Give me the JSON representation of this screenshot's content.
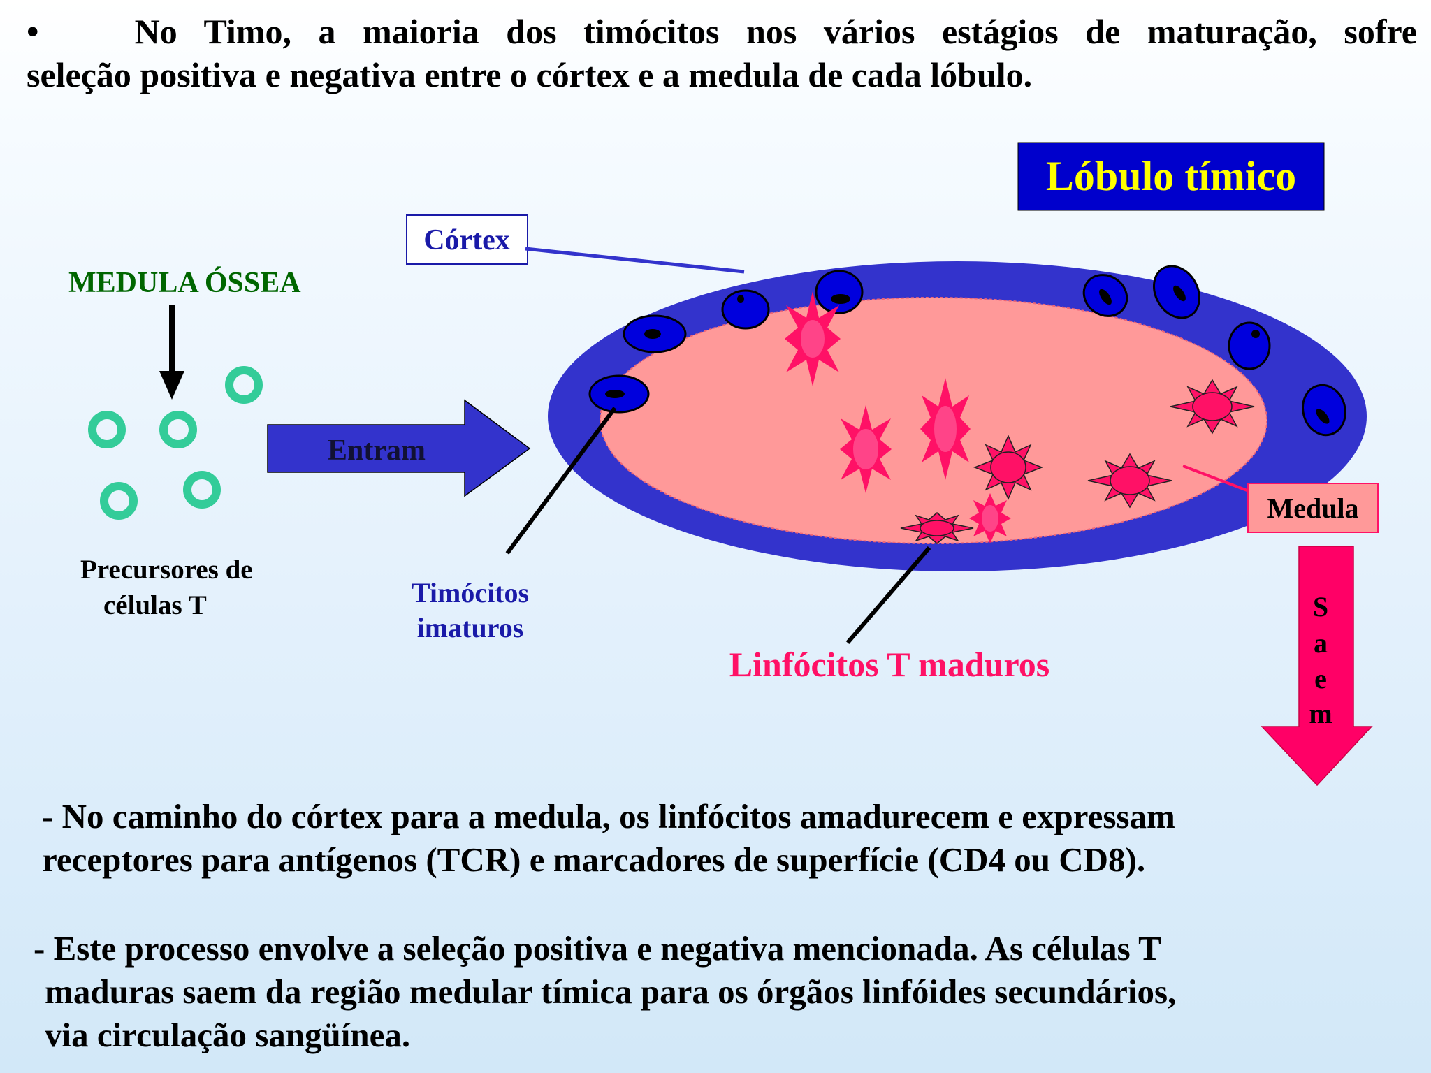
{
  "intro": {
    "bullet": "•",
    "line1": "No Timo, a maioria dos timócitos nos vários estágios de maturação, sofre",
    "line2": "seleção positiva e negativa entre o córtex e a medula de cada lóbulo."
  },
  "diagram": {
    "title": "Lóbulo tímico",
    "cortex_label": "Córtex",
    "bone_marrow_label": "MEDULA ÓSSEA",
    "precursors_label": [
      "Precursores de",
      "células T"
    ],
    "enter_label": "Entram",
    "immature_label": [
      "Timócitos",
      "imaturos"
    ],
    "medulla_label": "Medula",
    "mature_label": "Linfócitos T maduros",
    "exit_letters": [
      "S",
      "a",
      "e",
      "m"
    ],
    "colors": {
      "cortex": "#3333cc",
      "medulla": "#ff9999",
      "title_bg": "#0000cc",
      "title_text": "#ffff00",
      "bone_marrow": "#006600",
      "precursor": "#33cc99",
      "thymocyte": "#0000dd",
      "mature_cell": "#ff1166",
      "label_blue": "#1a1aa8"
    }
  },
  "bottom": {
    "p1_line1": "- No caminho do córtex para a medula, os linfócitos  amadurecem e expressam",
    "p1_line2": "receptores para antígenos (TCR) e marcadores de superfície (CD4 ou CD8).",
    "p2_line1": "- Este processo envolve a seleção positiva e negativa mencionada. As células T",
    "p2_line2": "maduras saem da região medular tímica para  os órgãos linfóides secundários,",
    "p2_line3": "via circulação sangüínea."
  }
}
